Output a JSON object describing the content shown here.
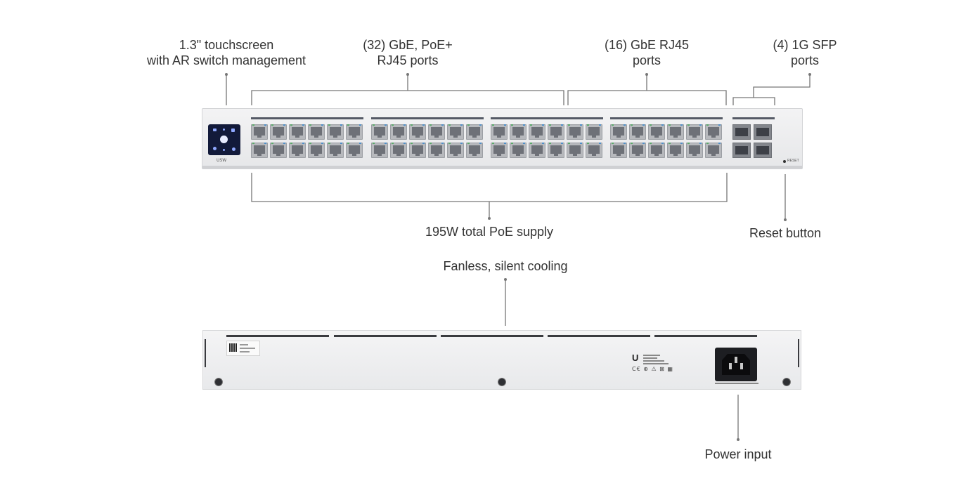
{
  "labels": {
    "touchscreen": [
      "1.3\" touchscreen",
      "with AR switch management"
    ],
    "poe_ports": [
      "(32) GbE, PoE+",
      "RJ45 ports"
    ],
    "rj45_ports": [
      "(16) GbE RJ45",
      "ports"
    ],
    "sfp_ports": [
      "(4) 1G SFP",
      "ports"
    ],
    "poe_supply": "195W total PoE supply",
    "reset": "Reset button",
    "fanless": "Fanless, silent cooling",
    "power": "Power input"
  },
  "device": {
    "brand_mark": "USW",
    "reset_mark": "RESET",
    "rj45_port_count": 48,
    "sfp_port_count": 4
  },
  "colors": {
    "label_text": "#333333",
    "leader_line": "#777777",
    "chassis": "#e8e9eb",
    "screen": "#121a3a"
  }
}
